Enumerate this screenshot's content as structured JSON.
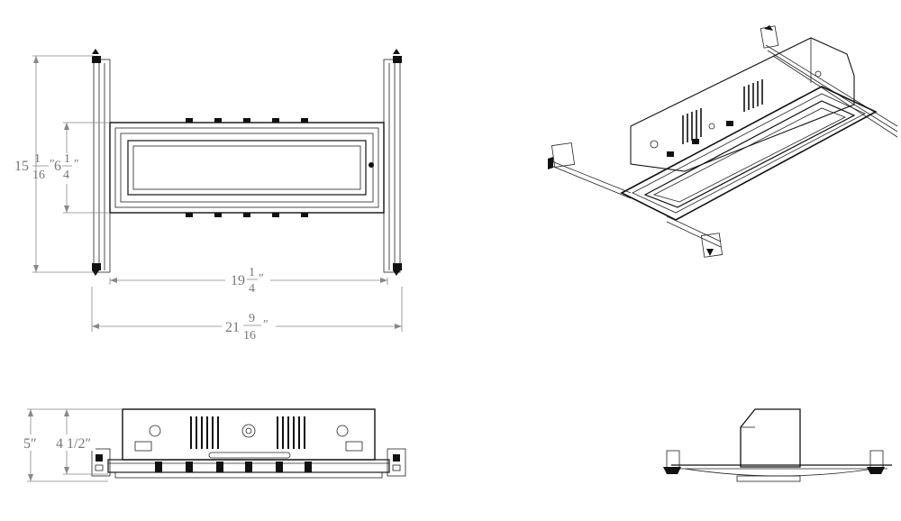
{
  "top_view": {
    "height_overall": {
      "whole": "15",
      "num": "1",
      "den": "16",
      "unit": "″"
    },
    "height_inner": {
      "whole": "6",
      "num": "1",
      "den": "4",
      "unit": "″"
    },
    "width_inner": {
      "whole": "19",
      "num": "1",
      "den": "4",
      "unit": "″"
    },
    "width_overall": {
      "whole": "21",
      "num": "9",
      "den": "16",
      "unit": "″"
    }
  },
  "side_view": {
    "height_overall": "5″",
    "height_body": "4 1/2″"
  },
  "colors": {
    "line": "#111111",
    "dimension": "#888888",
    "background": "#ffffff"
  }
}
